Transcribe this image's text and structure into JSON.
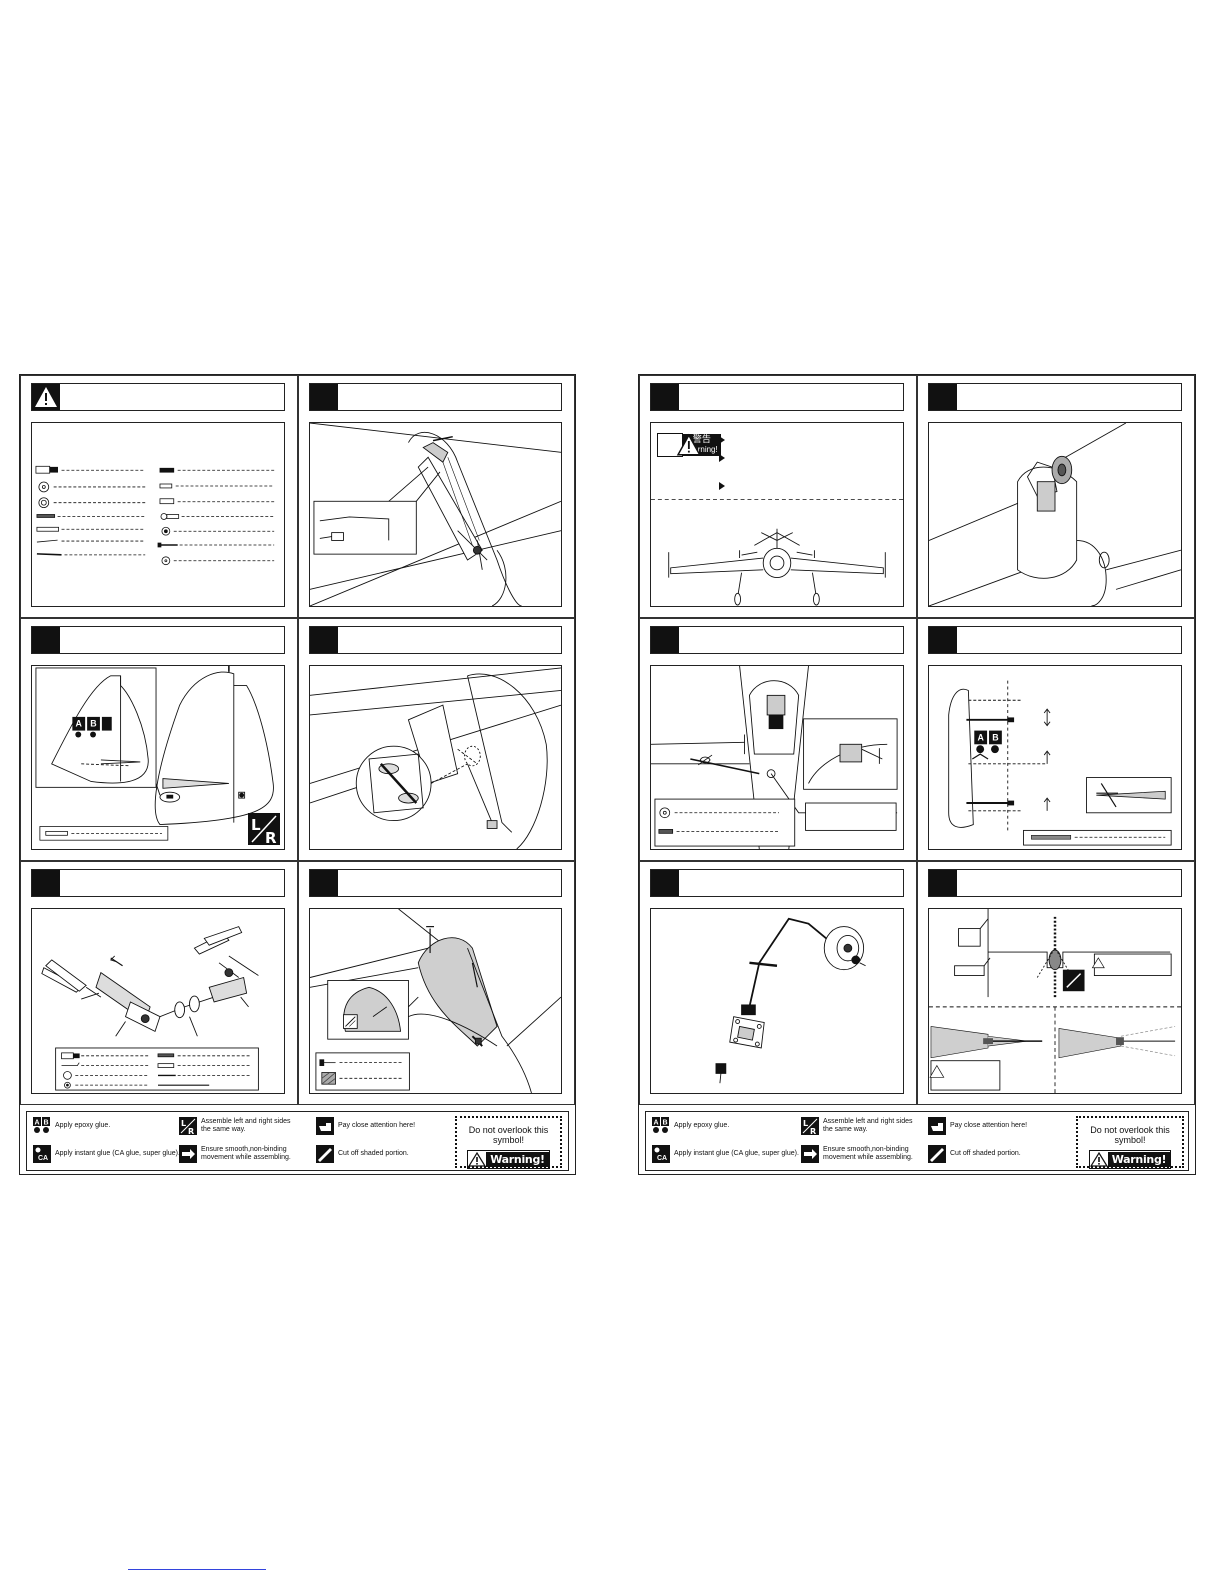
{
  "left_page": {
    "legend": [
      {
        "icon": "ab-epoxy-icon",
        "text": "Apply epoxy glue."
      },
      {
        "icon": "lr-icon",
        "text": "Assemble left and right sides\nthe same way."
      },
      {
        "icon": "hand-point-icon",
        "text": "Pay close attention here!"
      },
      {
        "icon": "ca-glue-icon",
        "text": "Apply instant glue (CA glue, super glue)."
      },
      {
        "icon": "smooth-movement-icon",
        "text": "Ensure smooth,non-binding\nmovement while assembling."
      },
      {
        "icon": "cut-shaded-icon",
        "text": "Cut off shaded portion."
      }
    ],
    "warning_box": {
      "title": "Do not overlook this symbol!",
      "badge": "Warning!"
    }
  },
  "right_page": {
    "warning_panel": {
      "badge_cn": "警告",
      "badge_en": "Warning!"
    },
    "legend": [
      {
        "icon": "ab-epoxy-icon",
        "text": "Apply epoxy glue."
      },
      {
        "icon": "lr-icon",
        "text": "Assemble left and right sides\nthe same way."
      },
      {
        "icon": "hand-point-icon",
        "text": "Pay close attention here!"
      },
      {
        "icon": "ca-glue-icon",
        "text": "Apply instant glue (CA glue, super glue)."
      },
      {
        "icon": "smooth-movement-icon",
        "text": "Ensure smooth,non-binding\nmovement while assembling."
      },
      {
        "icon": "cut-shaded-icon",
        "text": "Cut off shaded portion."
      }
    ],
    "warning_box": {
      "title": "Do not overlook this symbol!",
      "badge": "Warning!"
    }
  },
  "colors": {
    "ink": "#111111",
    "gray_fill": "#cfcfcf",
    "link": "#3344dd"
  }
}
